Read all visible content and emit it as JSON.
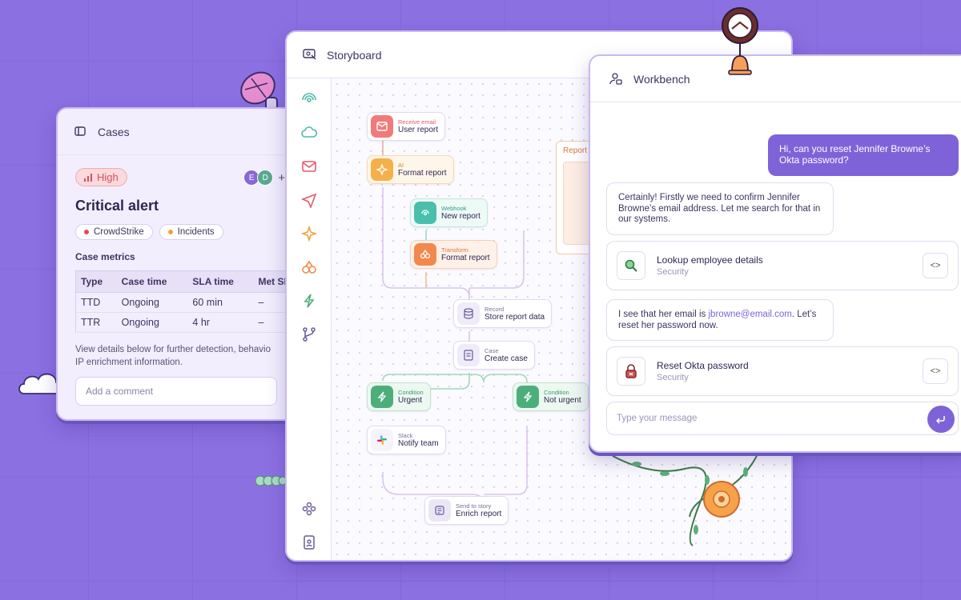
{
  "colors": {
    "background": "#8b70e2",
    "accent": "#7e63d8",
    "high_badge": "#d45060",
    "crowdstrike_dot": "#e04a5a",
    "incidents_dot": "#f0a23c"
  },
  "cases": {
    "title": "Cases",
    "priority": "High",
    "avatars": [
      "E",
      "D"
    ],
    "add_label": "+",
    "case_title": "Critical alert",
    "tags": [
      {
        "label": "CrowdStrike",
        "color": "#e04a5a"
      },
      {
        "label": "Incidents",
        "color": "#f0a23c"
      }
    ],
    "metrics_heading": "Case metrics",
    "columns": [
      "Type",
      "Case time",
      "SLA time",
      "Met SL"
    ],
    "rows": [
      [
        "TTD",
        "Ongoing",
        "60 min",
        "–"
      ],
      [
        "TTR",
        "Ongoing",
        "4 hr",
        "–"
      ]
    ],
    "description_line1": "View details below for further detection, behavio",
    "description_line2": "IP enrichment information.",
    "comment_placeholder": "Add a comment"
  },
  "storyboard": {
    "title": "Storyboard",
    "rail_icons": [
      "webhook-icon",
      "cloud-icon",
      "email-icon",
      "send-icon",
      "ai-icon",
      "transform-icon",
      "condition-icon",
      "git-branch-icon",
      "group-icon",
      "document-icon"
    ],
    "nodes": [
      {
        "type": "Receive email",
        "name": "User report",
        "kind": "email"
      },
      {
        "type": "AI",
        "name": "Format report",
        "kind": "ai"
      },
      {
        "type": "Webhook",
        "name": "New report",
        "kind": "webhook"
      },
      {
        "type": "Transform",
        "name": "Format report",
        "kind": "transform"
      },
      {
        "type": "Record",
        "name": "Store report data",
        "kind": "record"
      },
      {
        "type": "Case",
        "name": "Create case",
        "kind": "case"
      },
      {
        "type": "Condition",
        "name": "Urgent",
        "kind": "condition"
      },
      {
        "type": "Condition",
        "name": "Not urgent",
        "kind": "condition"
      },
      {
        "type": "Slack",
        "name": "Notify team",
        "kind": "slack"
      },
      {
        "type": "Send to story",
        "name": "Enrich report",
        "kind": "story"
      }
    ],
    "report_form_label": "Report form"
  },
  "workbench": {
    "title": "Workbench",
    "user_message": "Hi, can you reset Jennifer Browne’s Okta password?",
    "bot_message_1": "Certainly! Firstly we need to confirm Jennifer Browne’s email address. Let me search for that in our systems.",
    "action_1": {
      "name": "Lookup employee details",
      "category": "Security"
    },
    "bot_message_2_prefix": "I see that her email is ",
    "bot_message_2_email": "jbrowne@email.com",
    "bot_message_2_suffix": ". Let’s reset her password now.",
    "action_2": {
      "name": "Reset Okta password",
      "category": "Security"
    },
    "code_button_label": "<>",
    "message_placeholder": "Type your message"
  }
}
